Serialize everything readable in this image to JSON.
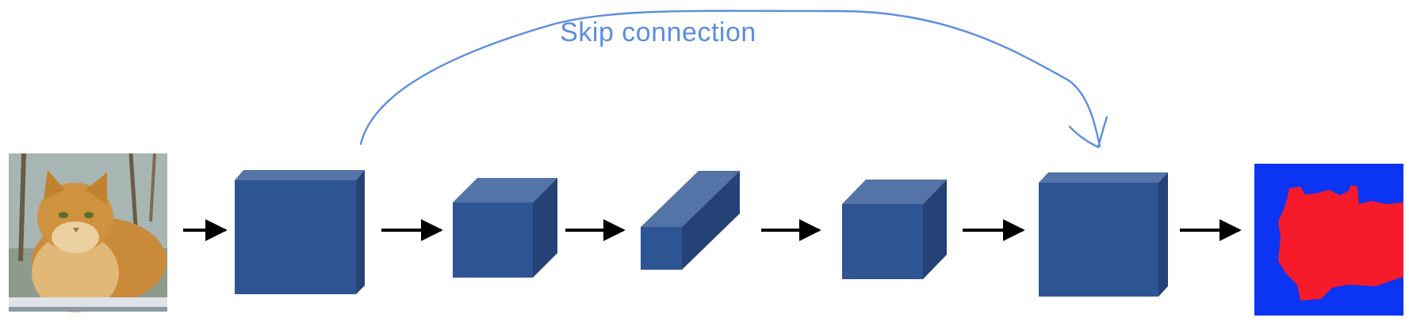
{
  "skip_connection": {
    "label": "Skip connection",
    "color": "#5b8de0"
  },
  "blocks": [
    {
      "name": "encoder-block-1"
    },
    {
      "name": "encoder-block-2"
    },
    {
      "name": "bottleneck-block"
    },
    {
      "name": "decoder-block-1"
    },
    {
      "name": "decoder-block-2"
    }
  ],
  "colors": {
    "block_front": "#2f5493",
    "block_top": "#5474a8",
    "block_side": "#244275",
    "arrow": "#000000",
    "mask_background": "#0b34f3",
    "mask_object": "#f51b2b"
  },
  "input_image": {
    "icon": "cat-photo"
  },
  "output_image": {
    "icon": "segmentation-mask"
  }
}
